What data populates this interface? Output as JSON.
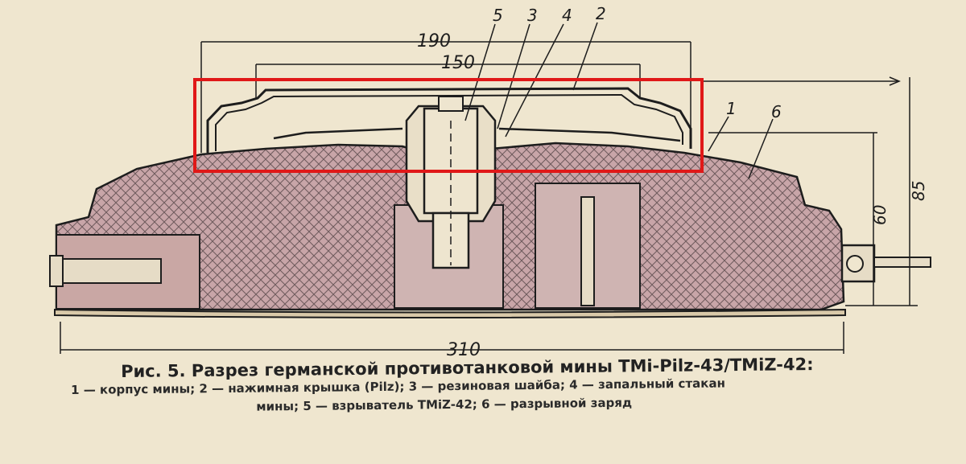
{
  "dimensions": {
    "top_outer": "190",
    "top_inner": "150",
    "bottom": "310",
    "height_60": "60",
    "height_85": "85"
  },
  "callouts": [
    "5",
    "3",
    "4",
    "2",
    "1",
    "6"
  ],
  "caption": {
    "title": "Рис. 5. Разрез германской противотанковой мины TMi-Pilz-43/TMiZ-42:",
    "line1": "1 — корпус мины; 2 — нажимная крышка (Pilz); 3 — резиновая шайба; 4 — запальный стакан",
    "line2": "мины; 5 — взрыватель TMiZ-42; 6 — разрывной заряд"
  },
  "colors": {
    "paper": "#efe6cf",
    "ink": "#1d1d1d",
    "charge_fill": "#c8a5a8",
    "highlight_box": "#e01818"
  }
}
